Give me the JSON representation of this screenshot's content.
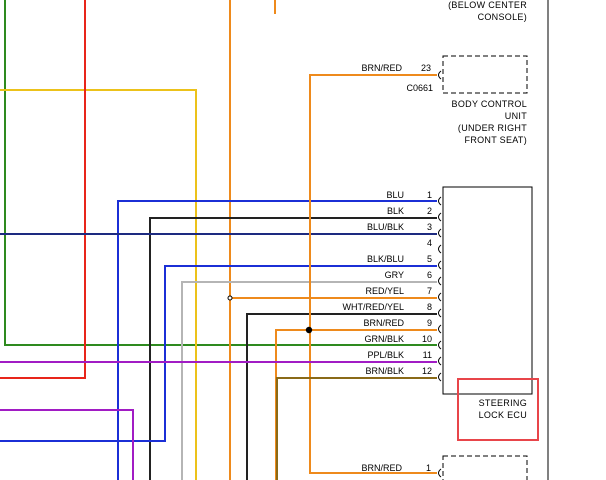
{
  "colors": {
    "red": "#e8251a",
    "green": "#2e8a1f",
    "yellow": "#ecc21a",
    "orange": "#ee8a1c",
    "blue": "#1b2fd6",
    "black": "#222222",
    "navy": "#1d2a80",
    "gray": "#b5b5b5",
    "purple": "#a11cc4",
    "olive": "#8a6a18",
    "highlight": "#e8454a"
  },
  "console_label": {
    "line1": "(BELOW CENTER",
    "line2": "CONSOLE)"
  },
  "bcu": {
    "wire": "BRN/RED",
    "pin": "23",
    "connector": "C0661",
    "line1": "BODY CONTROL",
    "line2": "UNIT",
    "line3": "(UNDER RIGHT",
    "line4": "FRONT SEAT)"
  },
  "ecu": {
    "line1": "STEERING",
    "line2": "LOCK ECU",
    "pins": [
      {
        "pin": "1",
        "wire": "BLU"
      },
      {
        "pin": "2",
        "wire": "BLK"
      },
      {
        "pin": "3",
        "wire": "BLU/BLK"
      },
      {
        "pin": "4",
        "wire": ""
      },
      {
        "pin": "5",
        "wire": "BLK/BLU"
      },
      {
        "pin": "6",
        "wire": "GRY"
      },
      {
        "pin": "7",
        "wire": "RED/YEL"
      },
      {
        "pin": "8",
        "wire": "WHT/RED/YEL"
      },
      {
        "pin": "9",
        "wire": "BRN/RED"
      },
      {
        "pin": "10",
        "wire": "GRN/BLK"
      },
      {
        "pin": "11",
        "wire": "PPL/BLK"
      },
      {
        "pin": "12",
        "wire": "BRN/BLK"
      }
    ]
  },
  "bottom_connector": {
    "wire": "BRN/RED",
    "pin": "1"
  }
}
